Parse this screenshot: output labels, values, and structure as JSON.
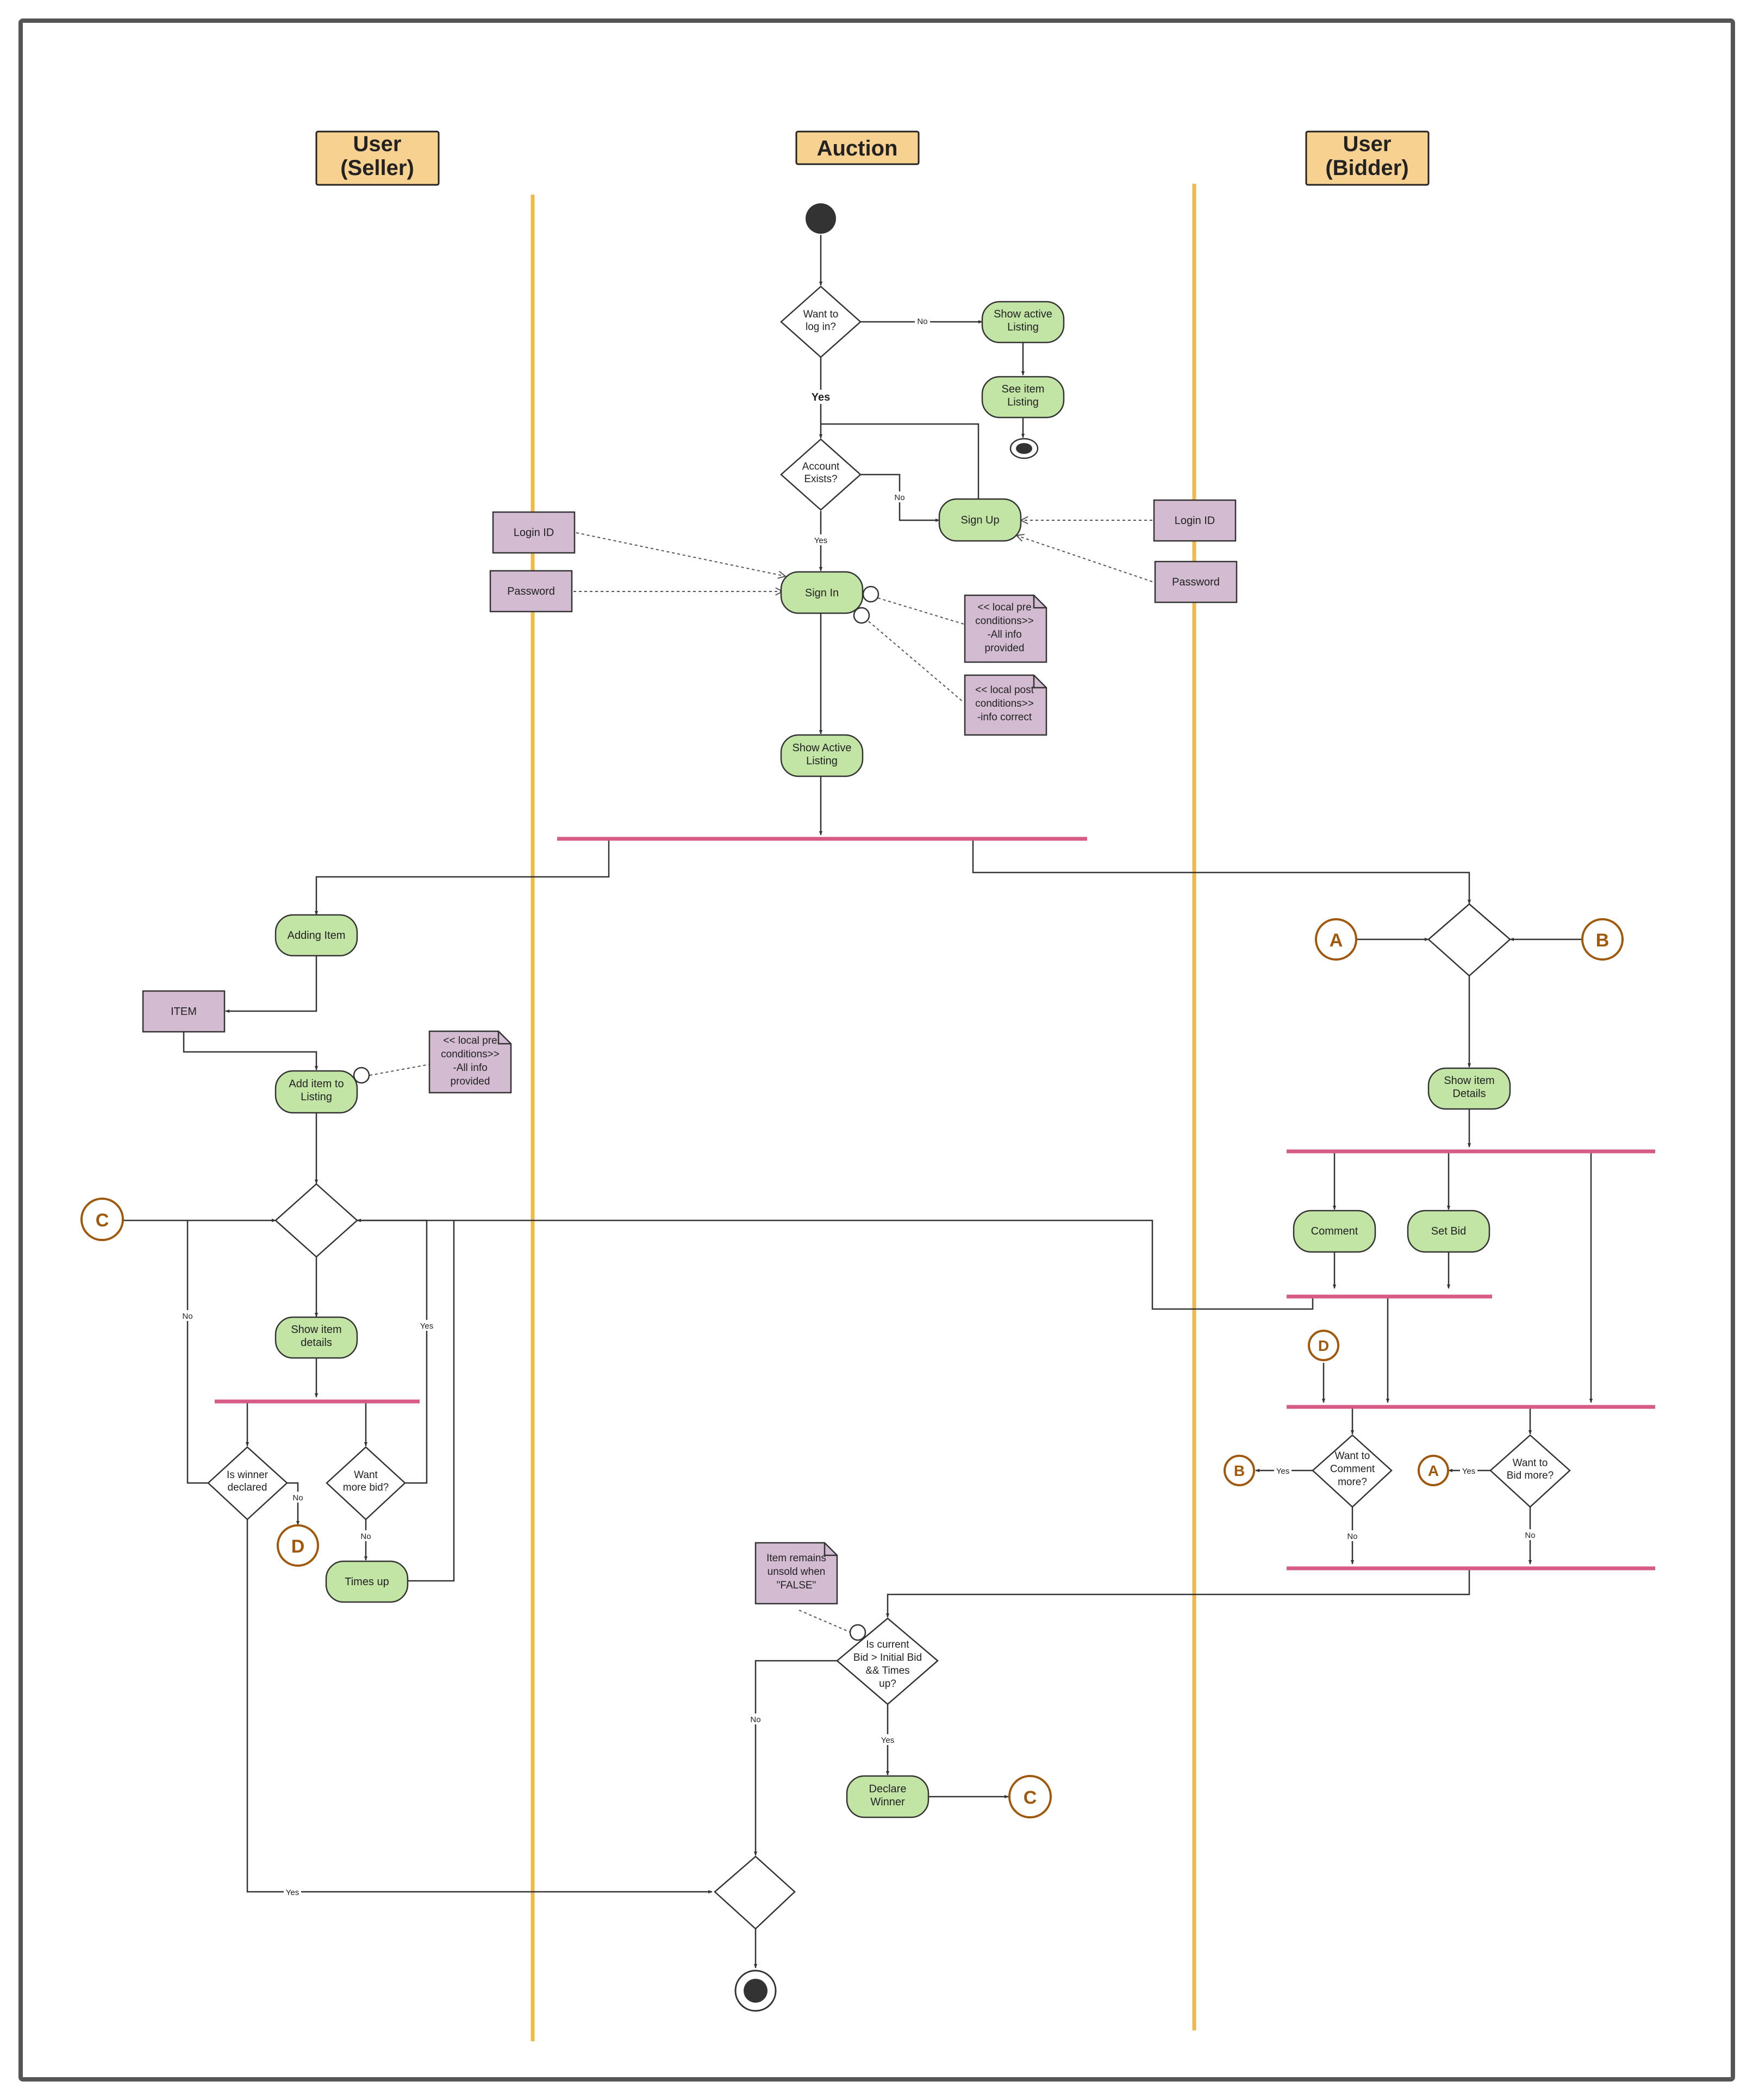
{
  "colors": {
    "lane_divider": "#f0b94e",
    "header_fill": "#f7d190",
    "activity_fill": "#c2e4a5",
    "object_fill": "#d3bbd1",
    "fork_bar": "#d65c87",
    "connector_stroke": "#a0580c",
    "frame": "#555555"
  },
  "lanes": {
    "seller": {
      "line1": "User",
      "line2": "(Seller)"
    },
    "auction": {
      "title": "Auction"
    },
    "bidder": {
      "line1": "User",
      "line2": "(Bidder)"
    }
  },
  "activities": {
    "show_active_listing_top": [
      "Show active",
      "Listing"
    ],
    "see_item_listing": [
      "See item",
      "Listing"
    ],
    "sign_up": [
      "Sign Up"
    ],
    "sign_in": [
      "Sign In"
    ],
    "show_active_listing": [
      "Show Active",
      "Listing"
    ],
    "adding_item": [
      "Adding Item"
    ],
    "add_item_to_listing": [
      "Add item to",
      "Listing"
    ],
    "show_item_details_seller": [
      "Show item",
      "details"
    ],
    "times_up": [
      "Times up"
    ],
    "show_item_details_bidder": [
      "Show item",
      "Details"
    ],
    "comment": [
      "Comment"
    ],
    "set_bid": [
      "Set Bid"
    ],
    "declare_winner": [
      "Declare",
      "Winner"
    ]
  },
  "objects": {
    "login_id_left": "Login ID",
    "password_left": "Password",
    "login_id_right": "Login ID",
    "password_right": "Password",
    "item": "ITEM"
  },
  "notes": {
    "signin_pre": [
      "<< local pre",
      "conditions>>",
      "-All info",
      "provided"
    ],
    "signin_post": [
      "<< local post",
      "conditions>>",
      "-info correct"
    ],
    "listing_pre": [
      "<< local pre",
      "conditions>>",
      "-All info",
      "provided"
    ],
    "unsold": [
      "Item remains",
      "unsold when",
      "\"FALSE\""
    ]
  },
  "decisions": {
    "want_login": [
      "Want to",
      "log in?"
    ],
    "account_exists": [
      "Account",
      "Exists?"
    ],
    "is_winner": [
      "Is winner",
      "declared"
    ],
    "want_more_bid": [
      "Want",
      "more bid?"
    ],
    "want_comment_more": [
      "Want to",
      "Comment",
      "more?"
    ],
    "want_bid_more": [
      "Want to",
      "Bid more?"
    ],
    "is_current_bid": [
      "Is current",
      "Bid > Initial Bid",
      "&& Times",
      "up?"
    ]
  },
  "edge_labels": {
    "no": "No",
    "yes": "Yes"
  },
  "connectors": {
    "a": "A",
    "b": "B",
    "c": "C",
    "d": "D"
  }
}
